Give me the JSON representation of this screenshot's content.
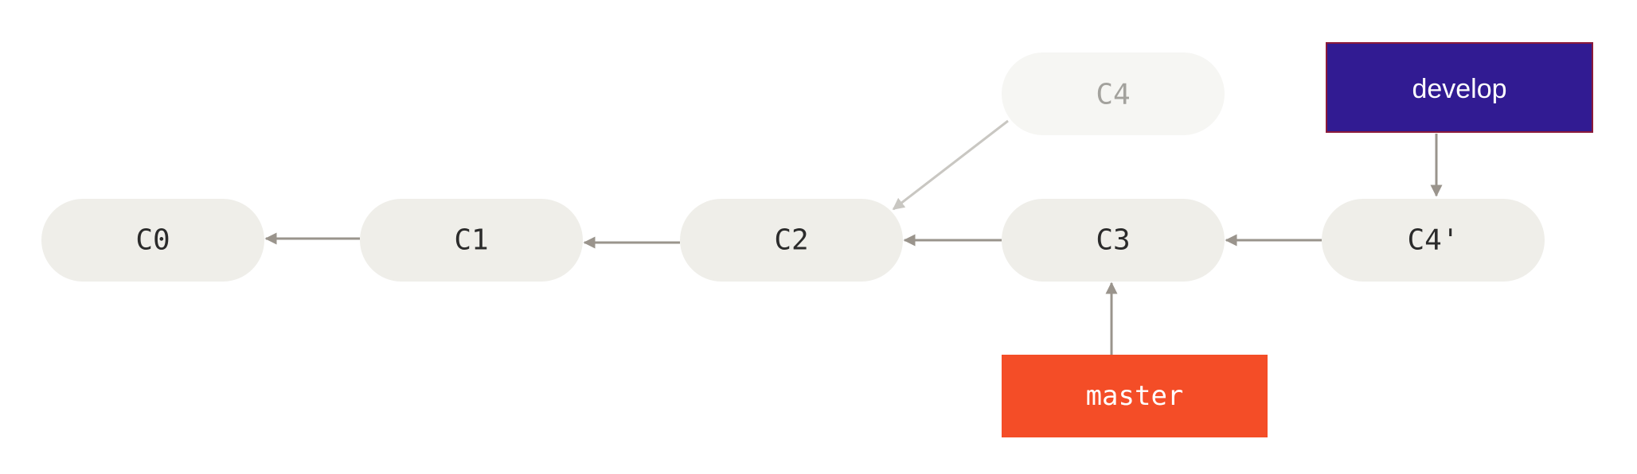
{
  "commits": [
    {
      "id": "c0",
      "label": "C0"
    },
    {
      "id": "c1",
      "label": "C1"
    },
    {
      "id": "c2",
      "label": "C2"
    },
    {
      "id": "c3",
      "label": "C3"
    },
    {
      "id": "c4-prime",
      "label": "C4'"
    },
    {
      "id": "c4",
      "label": "C4",
      "abandoned": true
    }
  ],
  "branches": [
    {
      "id": "develop",
      "label": "develop",
      "points_to": "c4-prime",
      "color": "#311b92"
    },
    {
      "id": "master",
      "label": "master",
      "points_to": "c3",
      "color": "#f44d27"
    }
  ],
  "colors": {
    "commit_fill": "#efeee9",
    "ghost_fill": "#f6f6f3",
    "arrow": "#9a948c",
    "ghost_arrow": "#c9c7c2"
  }
}
